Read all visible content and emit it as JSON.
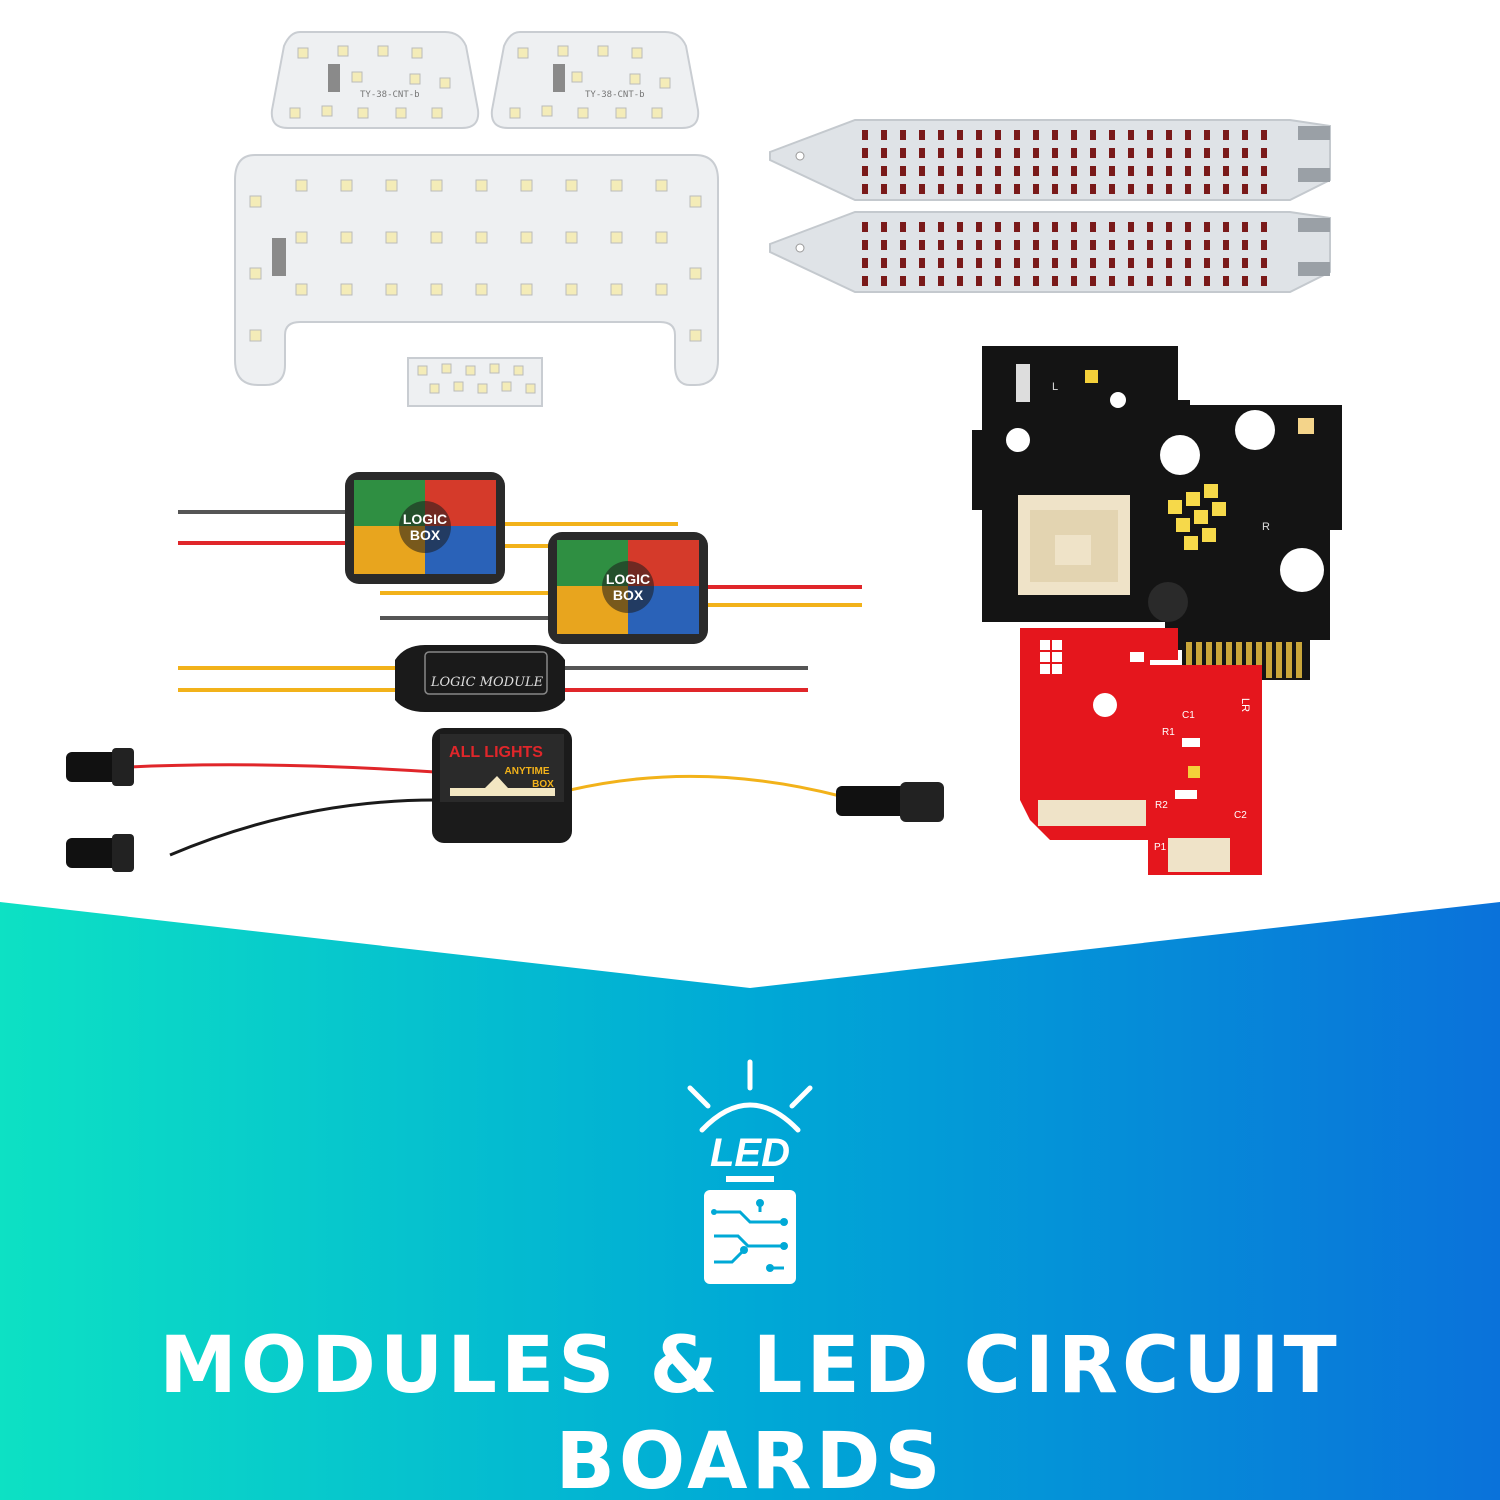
{
  "banner": {
    "title": "MODULES & LED CIRCUIT BOARDS",
    "icon_label": "LED",
    "gradient_colors": [
      "#0de1c4",
      "#00a9d6",
      "#0a72da"
    ]
  },
  "products": {
    "dome_panel_code": "TY-38-CNT-b",
    "dome_panel_code_2": "TY-38-CNT-b",
    "logic_box_line1": "LOGIC",
    "logic_box_line2": "BOX",
    "logic_box_2_line1": "LOGIC",
    "logic_box_2_line2": "BOX",
    "logic_module_label": "LOGIC MODULE",
    "all_lights_title": "ALL LIGHTS",
    "all_lights_subtitle": "ANYTIME",
    "all_lights_box": "BOX",
    "board_marks": {
      "l": "L",
      "r": "R",
      "lr": "LR",
      "r1": "R1",
      "c1": "C1",
      "r2": "R2",
      "c2": "C2",
      "p1": "P1"
    }
  },
  "colors": {
    "pcb_white": "#eef0f2",
    "pcb_black": "#141414",
    "pcb_red": "#e5161d",
    "led_chip": "#f4ecb8",
    "wire_red": "#e0262a",
    "wire_yellow": "#f2b21a"
  }
}
